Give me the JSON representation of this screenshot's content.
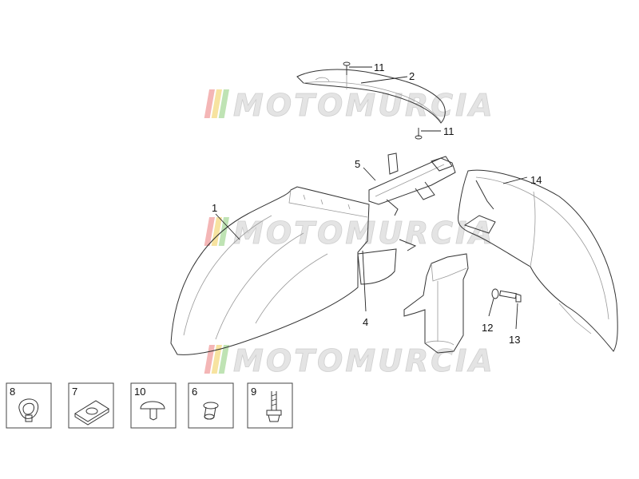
{
  "watermark": {
    "text": "MOTOMURCIA",
    "stripe_colors": [
      "#f4b6b6",
      "#f7e3a0",
      "#bfe3b4"
    ]
  },
  "callouts": {
    "c1": "1",
    "c2": "2",
    "c4": "4",
    "c5": "5",
    "c11a": "11",
    "c11b": "11",
    "c12": "12",
    "c13": "13",
    "c14": "14"
  },
  "small_parts": [
    {
      "number": "8",
      "icon": "grommet-icon"
    },
    {
      "number": "7",
      "icon": "clip-nut-icon"
    },
    {
      "number": "10",
      "icon": "push-rivet-icon"
    },
    {
      "number": "6",
      "icon": "rivet-nut-icon"
    },
    {
      "number": "9",
      "icon": "bolt-icon"
    }
  ]
}
